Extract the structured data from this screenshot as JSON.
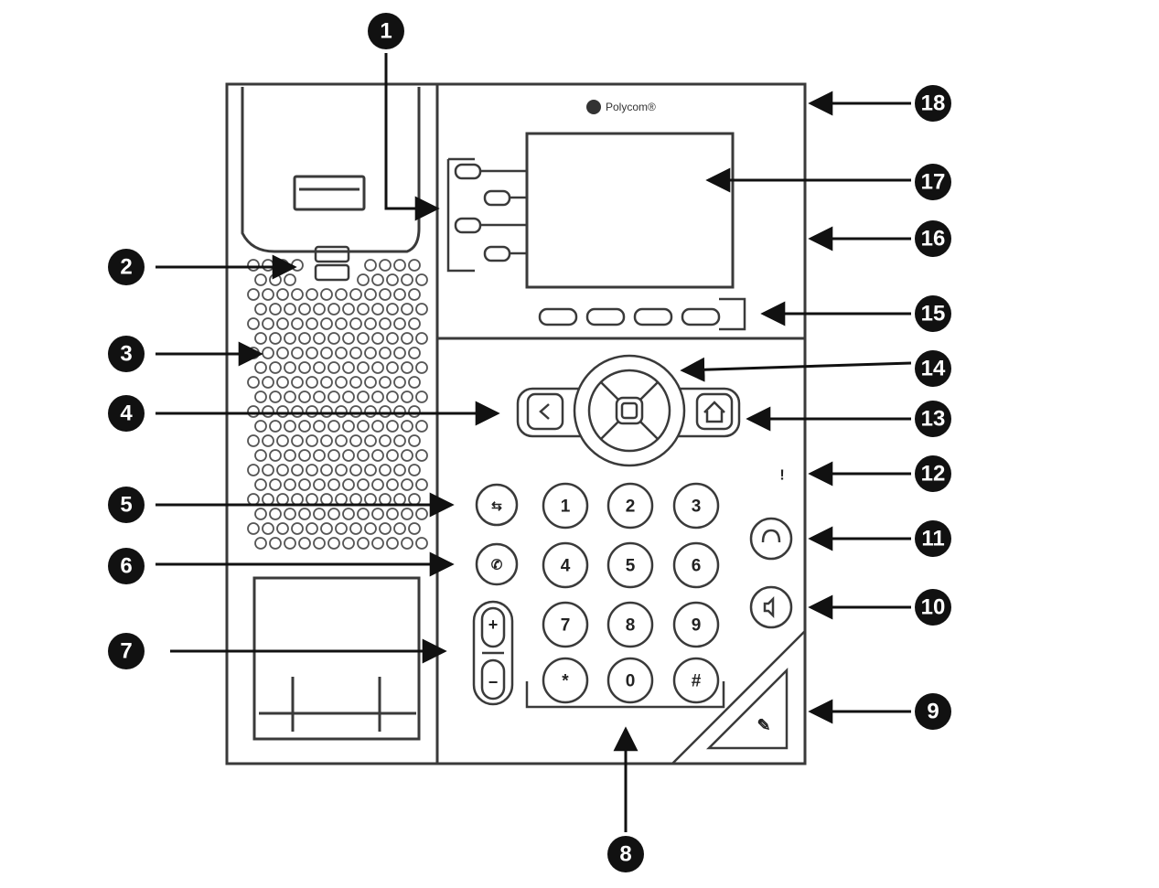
{
  "brand": {
    "logo_text": "Polycom®"
  },
  "keypad": [
    "1",
    "2",
    "3",
    "4",
    "5",
    "6",
    "7",
    "8",
    "9",
    "*",
    "0",
    "#"
  ],
  "volume": {
    "plus": "+",
    "minus": "−"
  },
  "callouts": [
    "1",
    "2",
    "3",
    "4",
    "5",
    "6",
    "7",
    "8",
    "9",
    "10",
    "11",
    "12",
    "13",
    "14",
    "15",
    "16",
    "17",
    "18"
  ],
  "colors": {
    "line": "#3a3a3a",
    "callout_fill": "#111111",
    "body_fill": "#ffffff"
  }
}
